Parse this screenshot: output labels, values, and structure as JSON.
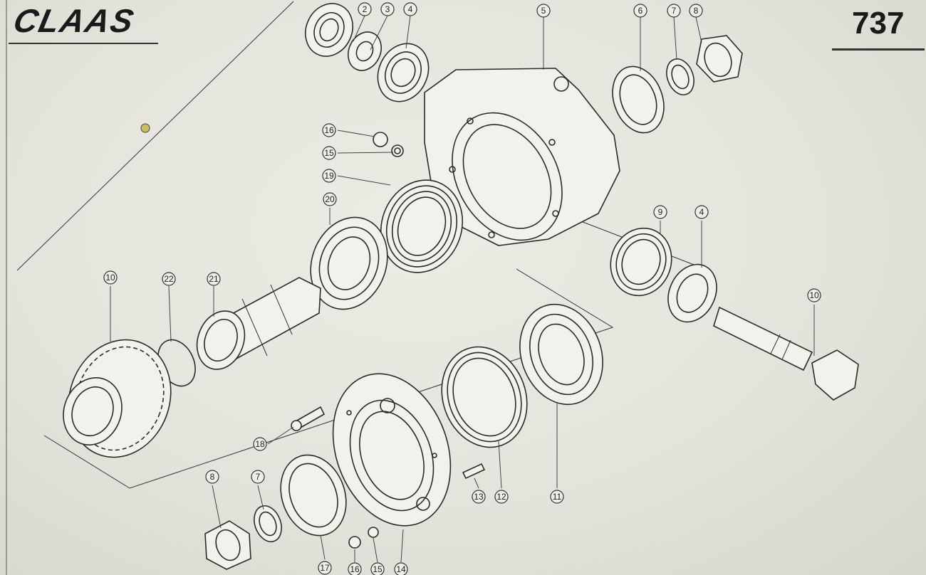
{
  "header": {
    "brand": "CLAAS",
    "page_number": "737"
  },
  "callouts": [
    {
      "label": "2"
    },
    {
      "label": "3"
    },
    {
      "label": "4"
    },
    {
      "label": "5"
    },
    {
      "label": "6"
    },
    {
      "label": "7"
    },
    {
      "label": "8"
    },
    {
      "label": "16"
    },
    {
      "label": "15"
    },
    {
      "label": "19"
    },
    {
      "label": "20"
    },
    {
      "label": "9"
    },
    {
      "label": "4"
    },
    {
      "label": "10"
    },
    {
      "label": "22"
    },
    {
      "label": "21"
    },
    {
      "label": "10"
    },
    {
      "label": "18"
    },
    {
      "label": "8"
    },
    {
      "label": "7"
    },
    {
      "label": "13"
    },
    {
      "label": "12"
    },
    {
      "label": "11"
    },
    {
      "label": "17"
    },
    {
      "label": "16"
    },
    {
      "label": "15"
    },
    {
      "label": "14"
    }
  ],
  "colors": {
    "ink": "#2a2a2a",
    "paper": "#e8e8e0"
  }
}
